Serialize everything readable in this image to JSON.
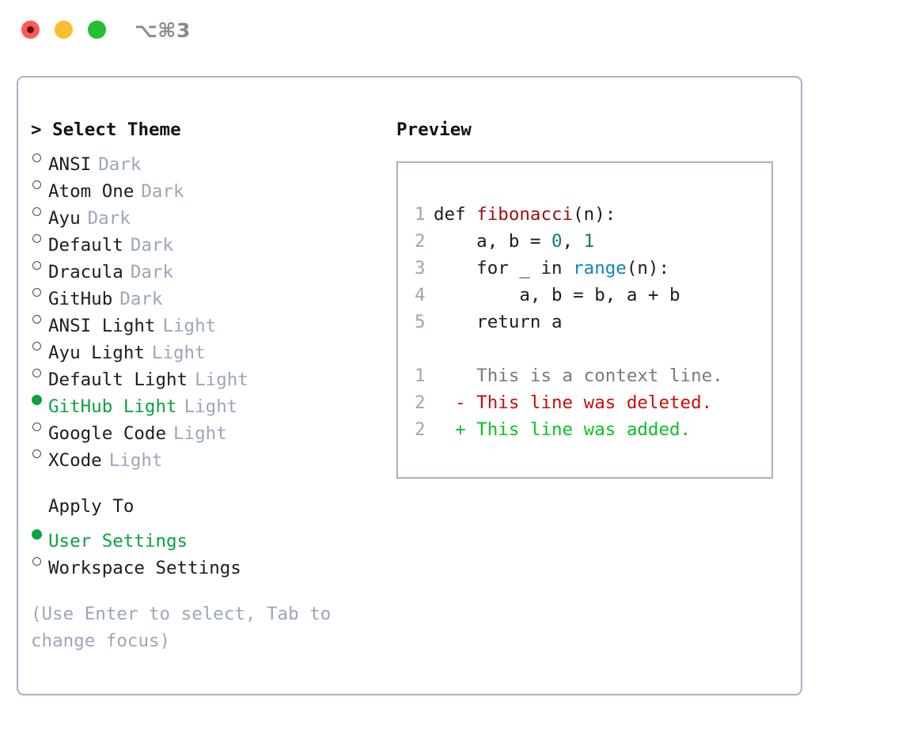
{
  "titlebar": {
    "traffic_lights": [
      {
        "name": "close",
        "color": "#fc5b57"
      },
      {
        "name": "minimize",
        "color": "#fcbd2e"
      },
      {
        "name": "maximize",
        "color": "#22c032"
      }
    ],
    "shortcut": "⌥⌘3"
  },
  "left": {
    "header": "> Select Theme",
    "themes": [
      {
        "name": "ANSI",
        "tag": "Dark",
        "selected": false
      },
      {
        "name": "Atom One",
        "tag": "Dark",
        "selected": false
      },
      {
        "name": "Ayu",
        "tag": "Dark",
        "selected": false
      },
      {
        "name": "Default",
        "tag": "Dark",
        "selected": false
      },
      {
        "name": "Dracula",
        "tag": "Dark",
        "selected": false
      },
      {
        "name": "GitHub",
        "tag": "Dark",
        "selected": false
      },
      {
        "name": "ANSI Light",
        "tag": "Light",
        "selected": false
      },
      {
        "name": "Ayu Light",
        "tag": "Light",
        "selected": false
      },
      {
        "name": "Default Light",
        "tag": "Light",
        "selected": false
      },
      {
        "name": "GitHub Light",
        "tag": "Light",
        "selected": true
      },
      {
        "name": "Google Code",
        "tag": "Light",
        "selected": false
      },
      {
        "name": "XCode",
        "tag": "Light",
        "selected": false
      }
    ],
    "apply_to_header": "Apply To",
    "apply_to_options": [
      {
        "name": "User Settings",
        "selected": true
      },
      {
        "name": "Workspace Settings",
        "selected": false
      }
    ],
    "hint": "(Use Enter to select, Tab to change focus)"
  },
  "right": {
    "header": "Preview",
    "code_lines": [
      {
        "num": "1",
        "tokens": [
          {
            "text": "def ",
            "type": "plain"
          },
          {
            "text": "fibonacci",
            "type": "fn"
          },
          {
            "text": "(n):",
            "type": "plain"
          }
        ]
      },
      {
        "num": "2",
        "tokens": [
          {
            "text": "    a, b = ",
            "type": "plain"
          },
          {
            "text": "0",
            "type": "num"
          },
          {
            "text": ", ",
            "type": "plain"
          },
          {
            "text": "1",
            "type": "num"
          }
        ]
      },
      {
        "num": "3",
        "tokens": [
          {
            "text": "    for _ in ",
            "type": "plain"
          },
          {
            "text": "range",
            "type": "call"
          },
          {
            "text": "(n):",
            "type": "plain"
          }
        ]
      },
      {
        "num": "4",
        "tokens": [
          {
            "text": "        a, b = b, a + b",
            "type": "plain"
          }
        ]
      },
      {
        "num": "5",
        "tokens": [
          {
            "text": "    return a",
            "type": "plain"
          }
        ]
      }
    ],
    "diff_lines": [
      {
        "num": "1",
        "marker": " ",
        "text": "This is a context line.",
        "type": "context"
      },
      {
        "num": "2",
        "marker": "-",
        "text": "This line was deleted.",
        "type": "deleted"
      },
      {
        "num": "2",
        "marker": "+",
        "text": "This line was added.",
        "type": "added"
      }
    ]
  },
  "colors": {
    "accent_green": "#0aa33f",
    "border": "#a7b2c2",
    "muted": "#9aa7b8",
    "diff_add": "#0ac321",
    "diff_del": "#d00a0a",
    "token_fn": "#9d1013",
    "token_num": "#0b7a77",
    "token_call": "#1286bb"
  }
}
